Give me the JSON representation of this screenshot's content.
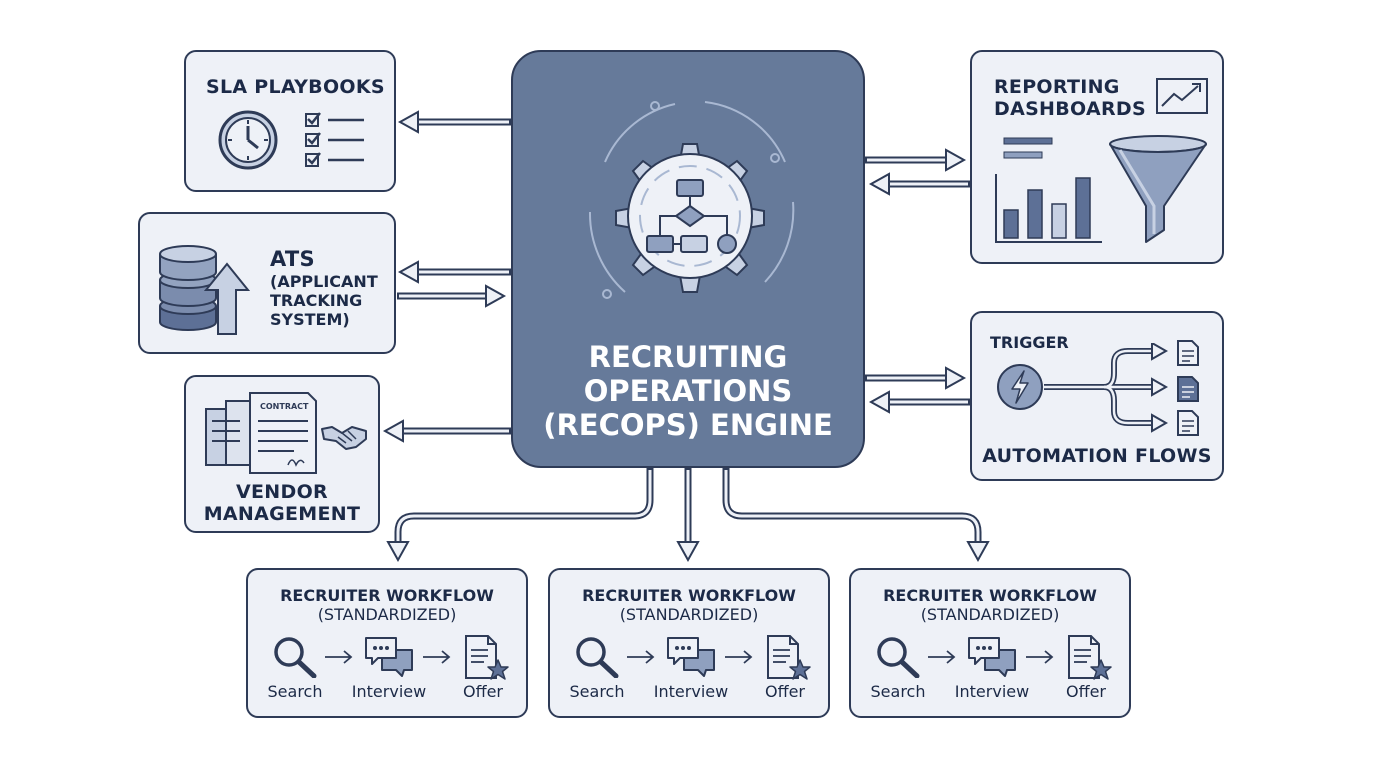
{
  "engine": {
    "title_lines": [
      "RECRUITING",
      "OPERATIONS",
      "(RECOPS) ENGINE"
    ]
  },
  "sla": {
    "title": "SLA PLAYBOOKS"
  },
  "ats": {
    "title": "ATS",
    "subtitle_lines": [
      "(APPLICANT",
      "TRACKING",
      "SYSTEM)"
    ]
  },
  "vendor": {
    "contract_label": "CONTRACT",
    "title_lines": [
      "VENDOR",
      "MANAGEMENT"
    ]
  },
  "reporting": {
    "title_lines": [
      "REPORTING",
      "DASHBOARDS"
    ]
  },
  "automation": {
    "trigger_label": "TRIGGER",
    "title": "AUTOMATION FLOWS"
  },
  "workflows": [
    {
      "title": "RECRUITER WORKFLOW",
      "subtitle": "(STANDARDIZED)",
      "steps": [
        "Search",
        "Interview",
        "Offer"
      ]
    },
    {
      "title": "RECRUITER WORKFLOW",
      "subtitle": "(STANDARDIZED)",
      "steps": [
        "Search",
        "Interview",
        "Offer"
      ]
    },
    {
      "title": "RECRUITER WORKFLOW",
      "subtitle": "(STANDARDIZED)",
      "steps": [
        "Search",
        "Interview",
        "Offer"
      ]
    }
  ],
  "icons": {
    "engine": "gear-icon",
    "sla": [
      "clock-icon",
      "checklist-icon"
    ],
    "ats": [
      "database-icon",
      "upload-arrow-icon"
    ],
    "vendor": [
      "contract-icon",
      "handshake-icon"
    ],
    "reporting": [
      "trend-chart-icon",
      "bar-chart-icon",
      "funnel-icon"
    ],
    "automation": [
      "lightning-icon",
      "document-icon"
    ],
    "workflow": [
      "search-icon",
      "chat-icon",
      "offer-document-icon"
    ]
  },
  "colors": {
    "engine_fill": "#667a9a",
    "box_fill": "#eef1f7",
    "stroke": "#2e3b57",
    "icon_fill": "#5d7096"
  }
}
